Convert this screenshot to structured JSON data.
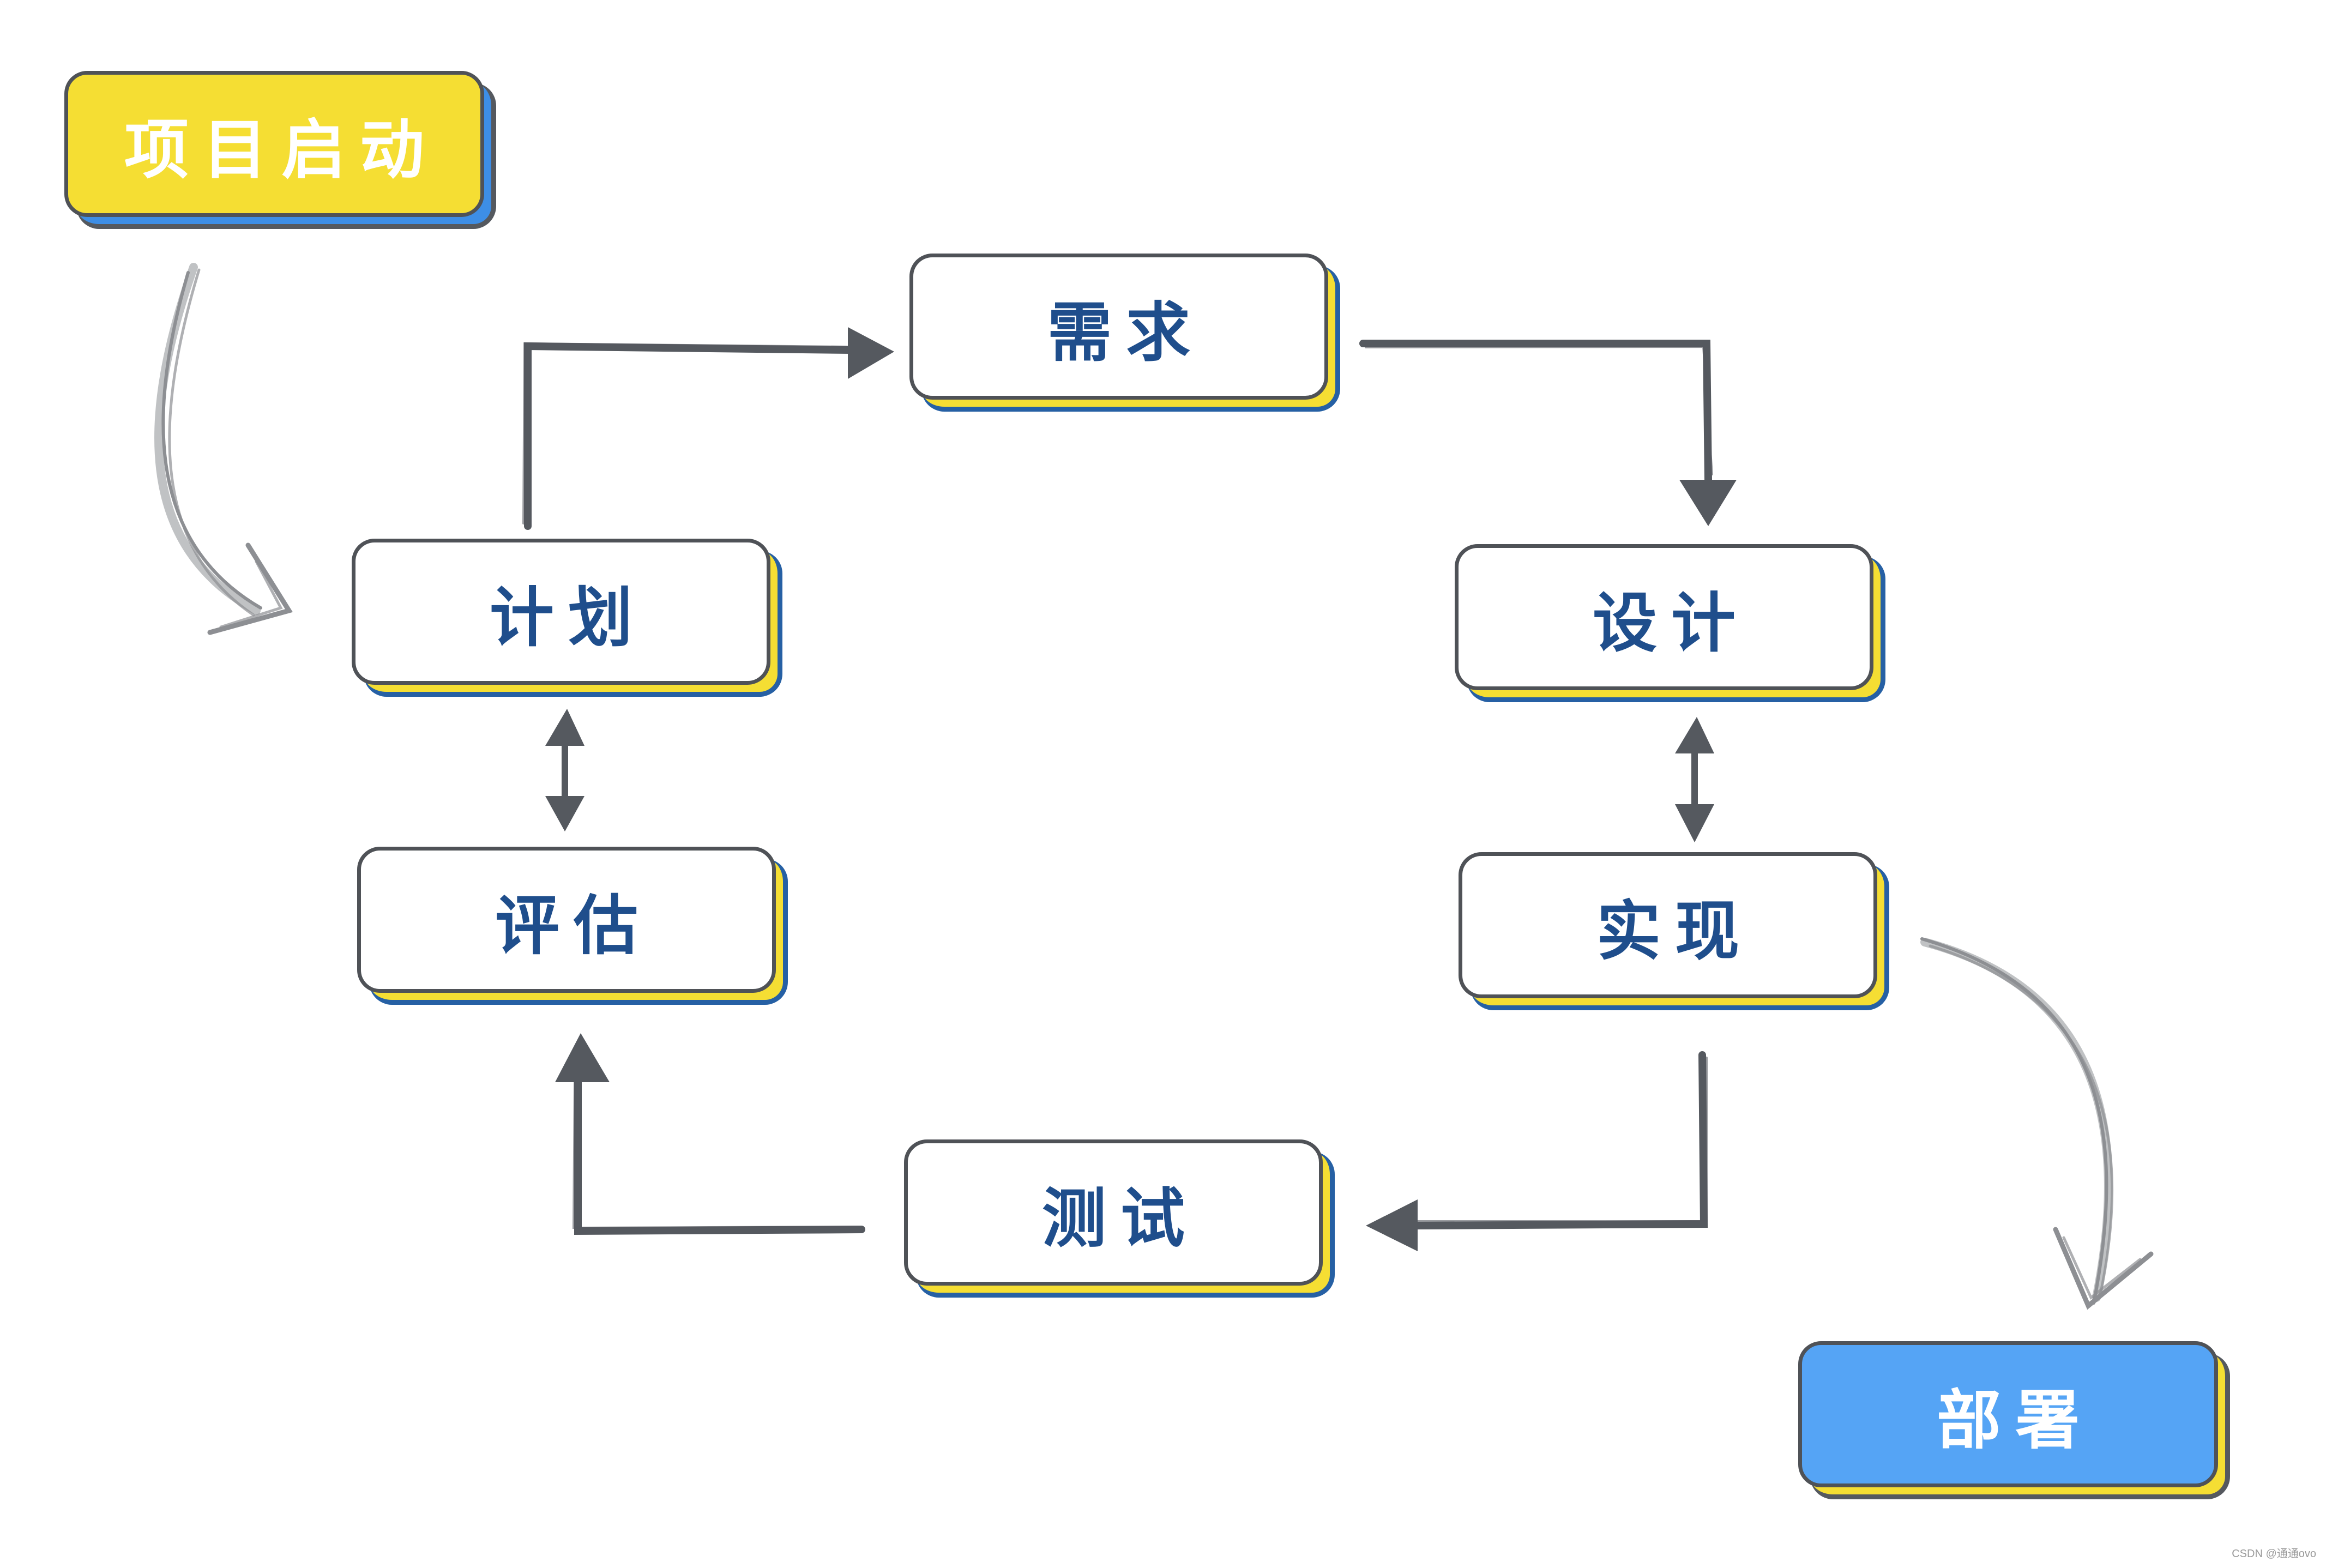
{
  "nodes": {
    "start": {
      "label": "项目启动"
    },
    "plan": {
      "label": "计划"
    },
    "requirement": {
      "label": "需求"
    },
    "design": {
      "label": "设计"
    },
    "implement": {
      "label": "实现"
    },
    "test": {
      "label": "测试"
    },
    "evaluate": {
      "label": "评估"
    },
    "deploy": {
      "label": "部署"
    }
  },
  "colors": {
    "yellow": "#f5de33",
    "blue": "#55a4f5",
    "text_dark_blue": "#1f4e8c",
    "border_gray": "#4f5257",
    "arrow_gray": "#55595f"
  },
  "watermark": "CSDN @通通ovo"
}
